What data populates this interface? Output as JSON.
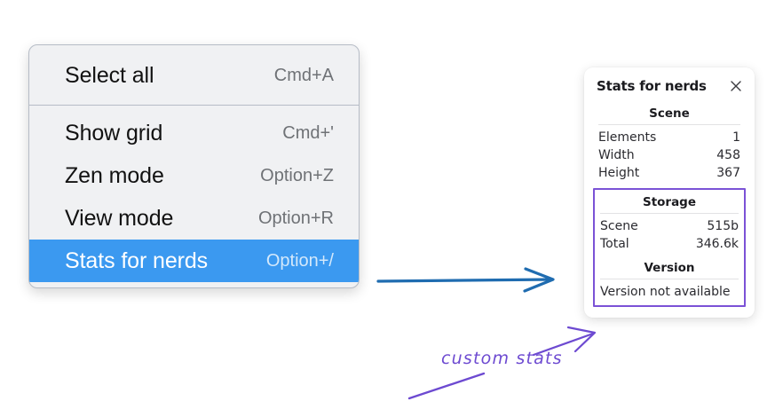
{
  "menu": {
    "sections": [
      {
        "items": [
          {
            "label": "Select all",
            "shortcut": "Cmd+A",
            "selected": false
          }
        ]
      },
      {
        "items": [
          {
            "label": "Show grid",
            "shortcut": "Cmd+'",
            "selected": false
          },
          {
            "label": "Zen mode",
            "shortcut": "Option+Z",
            "selected": false
          },
          {
            "label": "View mode",
            "shortcut": "Option+R",
            "selected": false
          },
          {
            "label": "Stats for nerds",
            "shortcut": "Option+/",
            "selected": true
          }
        ]
      }
    ],
    "highlight_color": "#3b99f0"
  },
  "stats_panel": {
    "title": "Stats for nerds",
    "close_icon": "close-icon",
    "scene": {
      "heading": "Scene",
      "rows": [
        {
          "key": "Elements",
          "value": "1"
        },
        {
          "key": "Width",
          "value": "458"
        },
        {
          "key": "Height",
          "value": "367"
        }
      ]
    },
    "custom": {
      "storage": {
        "heading": "Storage",
        "rows": [
          {
            "key": "Scene",
            "value": "515b"
          },
          {
            "key": "Total",
            "value": "346.6k"
          }
        ]
      },
      "version": {
        "heading": "Version",
        "note": "Version not available"
      },
      "outline_color": "#7b52d6"
    }
  },
  "annotations": {
    "handwritten_label": "custom stats",
    "handwritten_color": "#6d4ad1",
    "pointer_arrow_color": "#1f6cb0"
  }
}
